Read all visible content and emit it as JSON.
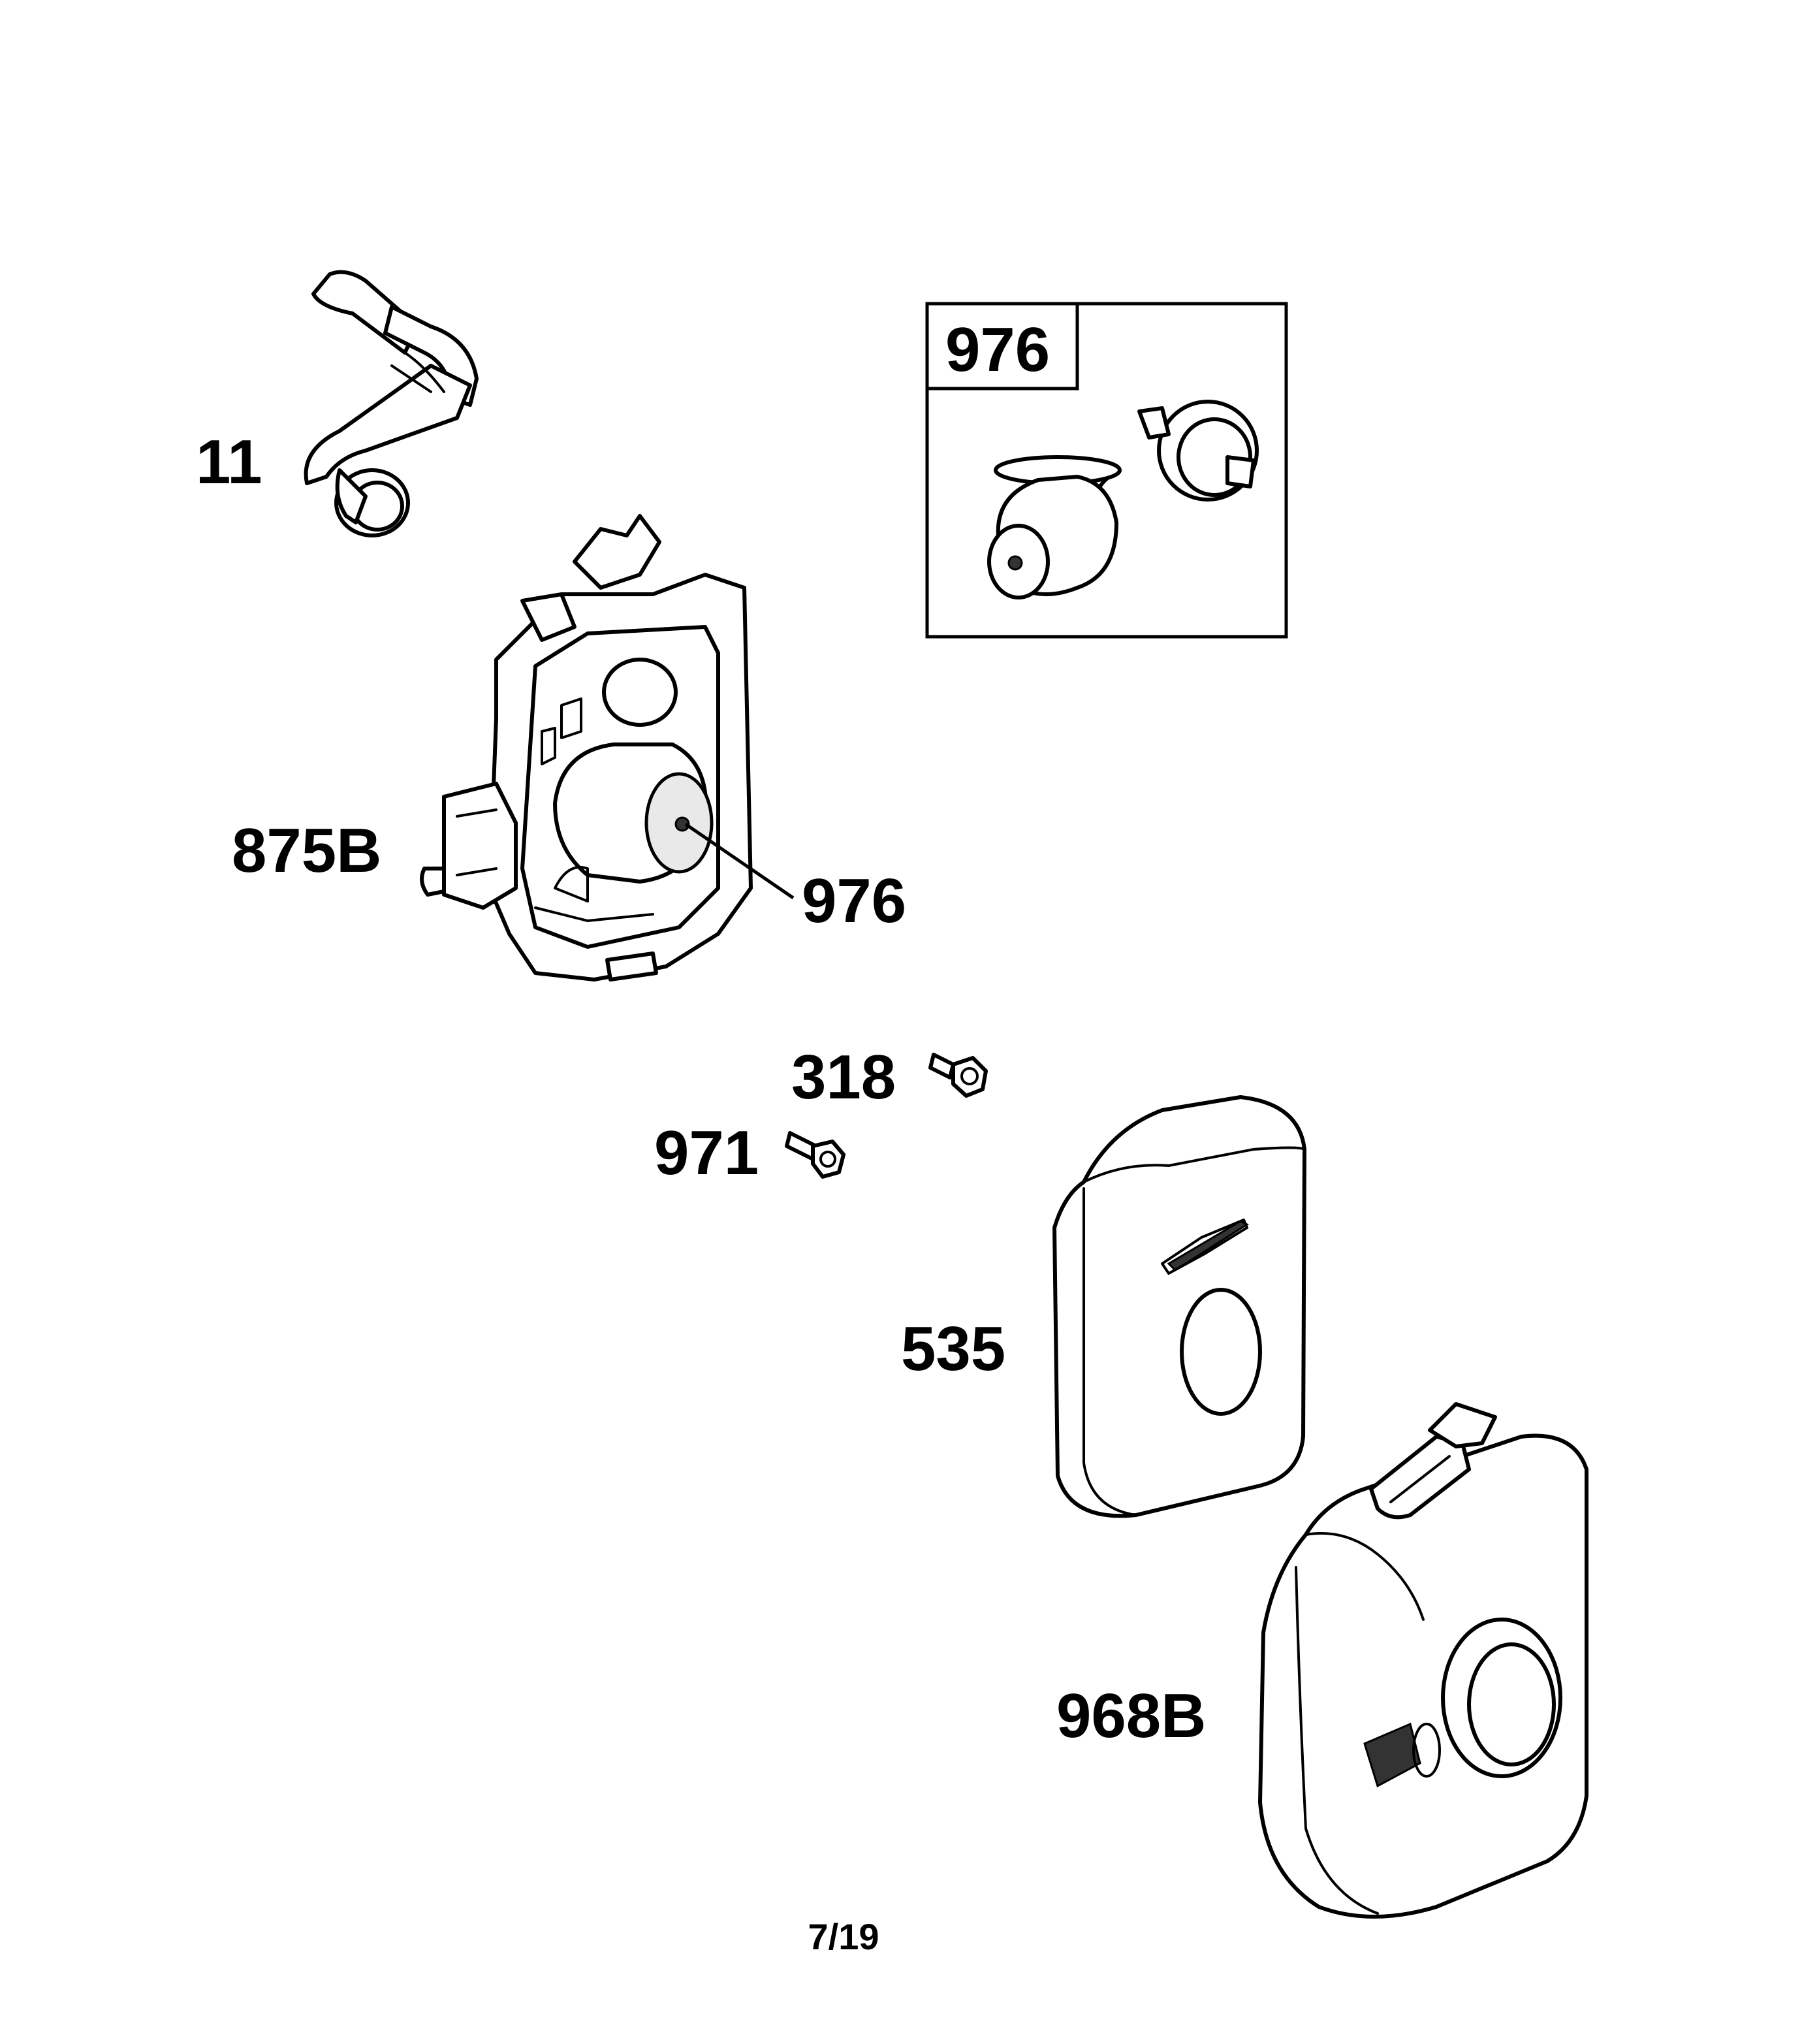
{
  "callouts": {
    "tube": "11",
    "inset_box": "976",
    "base": "875B",
    "base_filter": "976",
    "screw_318": "318",
    "screw_971": "971",
    "filter": "535",
    "cover": "968B"
  },
  "page_number": "7/19"
}
